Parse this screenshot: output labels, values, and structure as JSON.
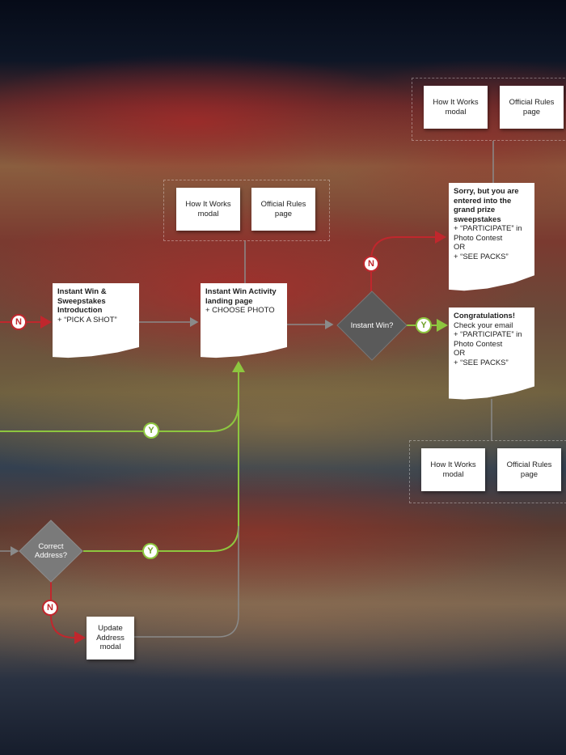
{
  "colors": {
    "no": "#c0272d",
    "yes": "#8dc63f",
    "neutral": "#8a8a8a",
    "diamond": "#5a5a5a"
  },
  "cards": {
    "intro": {
      "title": "Instant Win & Sweepstakes Introduction",
      "line1": "+ “PICK A SHOT”"
    },
    "landing": {
      "title": "Instant Win Activity landing page",
      "line1": "+ CHOOSE PHOTO"
    },
    "sorry": {
      "title": "Sorry, but you are entered into the grand prize sweepstakes",
      "line1": "+ “PARTICIPATE” in Photo Contest",
      "line2": "OR",
      "line3": "+ “SEE PACKS”"
    },
    "congrats": {
      "title": "Congratulations!",
      "line1": "Check your email",
      "line2": "+ “PARTICIPATE” in Photo Contest",
      "line3": "OR",
      "line4": "+ “SEE PACKS”"
    },
    "update": {
      "label": "Update Address modal"
    }
  },
  "modals": {
    "how_it_works": "How It Works modal",
    "official_rules": "Official Rules page"
  },
  "decisions": {
    "instant_win": "Instant Win?",
    "correct_address": "Correct Address?"
  },
  "badges": {
    "no": "N",
    "yes": "Y"
  }
}
